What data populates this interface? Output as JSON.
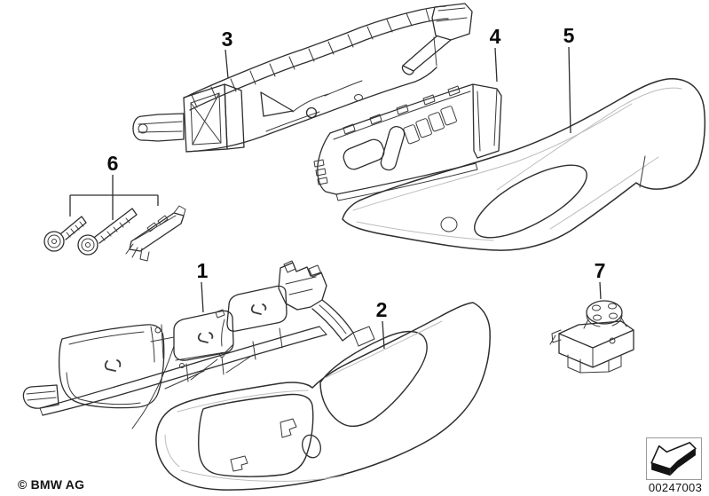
{
  "callouts": [
    "1",
    "2",
    "3",
    "4",
    "5",
    "6",
    "7"
  ],
  "footer": {
    "copyright": "© BMW AG"
  },
  "stamp": {
    "number": "00247003",
    "icon": "direction-arrow-down-left"
  },
  "colors": {
    "background": "#ffffff",
    "line": "#2e2e2e",
    "light_line": "#bcbcbc",
    "stamp_border": "#9a9a9a",
    "label": "#0b0b0b"
  }
}
